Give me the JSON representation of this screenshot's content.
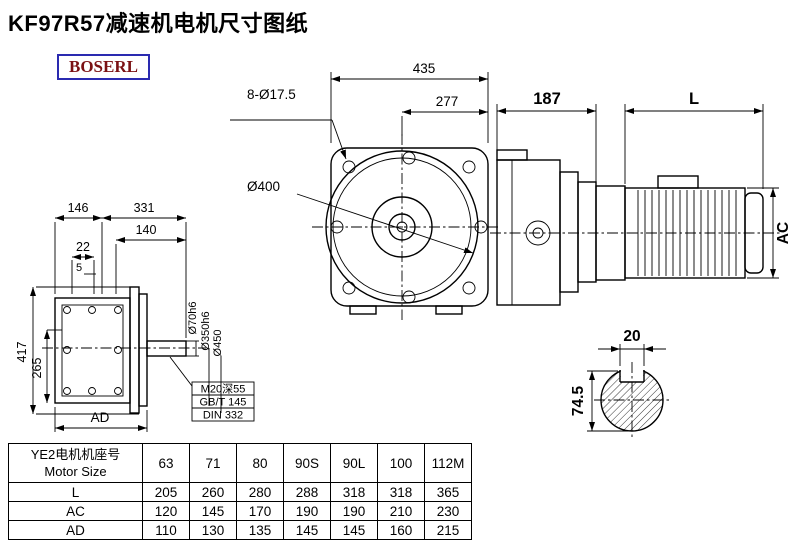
{
  "page": {
    "title": "KF97R57减速机电机尺寸图纸",
    "logo": "BOSERL"
  },
  "labels": {
    "d435": "435",
    "d277": "277",
    "d8d17": "8-Ø17.5",
    "d400": "Ø400",
    "d187": "187",
    "dL": "L",
    "dAC": "AC",
    "d20": "20",
    "d745": "74.5",
    "d146": "146",
    "d331": "331",
    "d140": "140",
    "d22": "22",
    "d5": "5",
    "d417": "417",
    "d265": "265",
    "dAD": "AD",
    "d70": "Ø70h6",
    "d350": "Ø350h6",
    "d450": "Ø450",
    "m20": "M20深55",
    "gbt": "GB/T 145",
    "din": "DIN 332"
  },
  "table": {
    "header_cn": "YE2电机机座号",
    "header_en": "Motor Size",
    "columns": [
      "63",
      "71",
      "80",
      "90S",
      "90L",
      "100",
      "112M"
    ],
    "rows": [
      {
        "label": "L",
        "values": [
          "205",
          "260",
          "280",
          "288",
          "318",
          "318",
          "365"
        ]
      },
      {
        "label": "AC",
        "values": [
          "120",
          "145",
          "170",
          "190",
          "190",
          "210",
          "230"
        ]
      },
      {
        "label": "AD",
        "values": [
          "110",
          "130",
          "135",
          "145",
          "145",
          "160",
          "215"
        ]
      }
    ]
  }
}
